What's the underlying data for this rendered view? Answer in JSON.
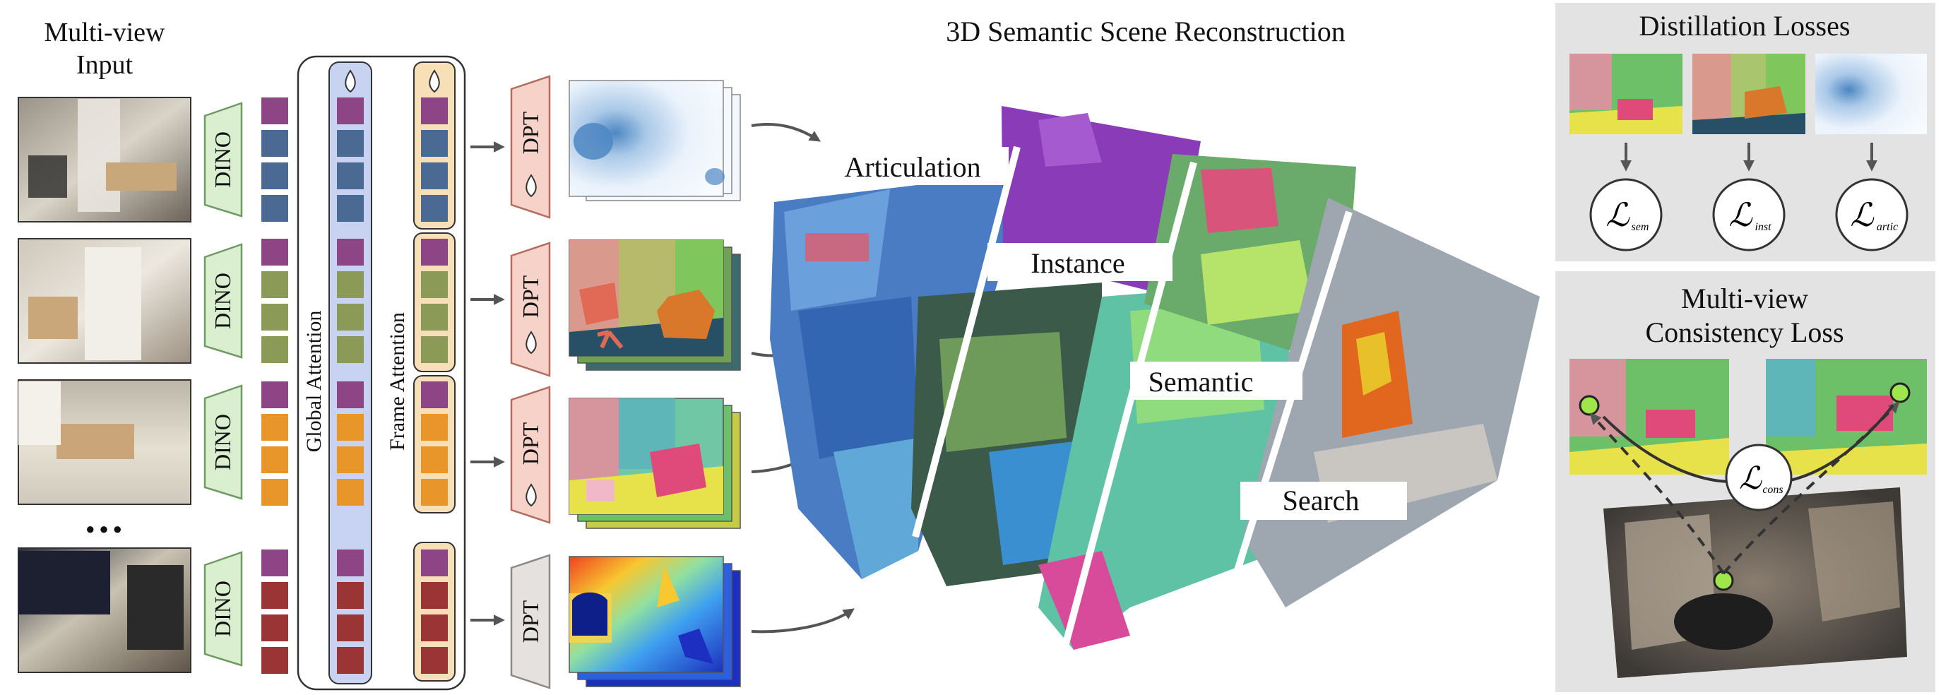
{
  "title": "3D Semantic Scene Reconstruction",
  "input": {
    "title_line1": "Multi-view",
    "title_line2": "Input",
    "ellipsis": "●●●"
  },
  "encoder": {
    "label": "DINO"
  },
  "attention": {
    "global": "Global Attention",
    "frame": "Frame Attention"
  },
  "decoder": {
    "label": "DPT"
  },
  "scene_labels": {
    "articulation": "Articulation",
    "instance": "Instance",
    "semantic": "Semantic",
    "search": "Search"
  },
  "distill": {
    "title": "Distillation Losses",
    "loss_symbol": "ℒ",
    "subs": [
      "sem",
      "inst",
      "artic"
    ]
  },
  "consistency": {
    "title_line1": "Multi-view",
    "title_line2": "Consistency Loss",
    "loss_symbol": "ℒ",
    "sub": "cons"
  },
  "colors": {
    "purple_token": "#8e4585",
    "blue_token": "#4a6a94",
    "green_token": "#8c9a58",
    "orange_token": "#e8952a",
    "red_token": "#9b3434",
    "dino_fill": "#d9efd0",
    "dino_stroke": "#6f9a62",
    "dpt_fill": "#f7d2c8",
    "dpt_gray": "#e4e1df",
    "global_fill": "#c8d3f2",
    "frame_fill": "#f7dfb8",
    "panel_bg": "#e3e3e3",
    "arrow": "#555555",
    "green_dot": "#9ee64a"
  }
}
